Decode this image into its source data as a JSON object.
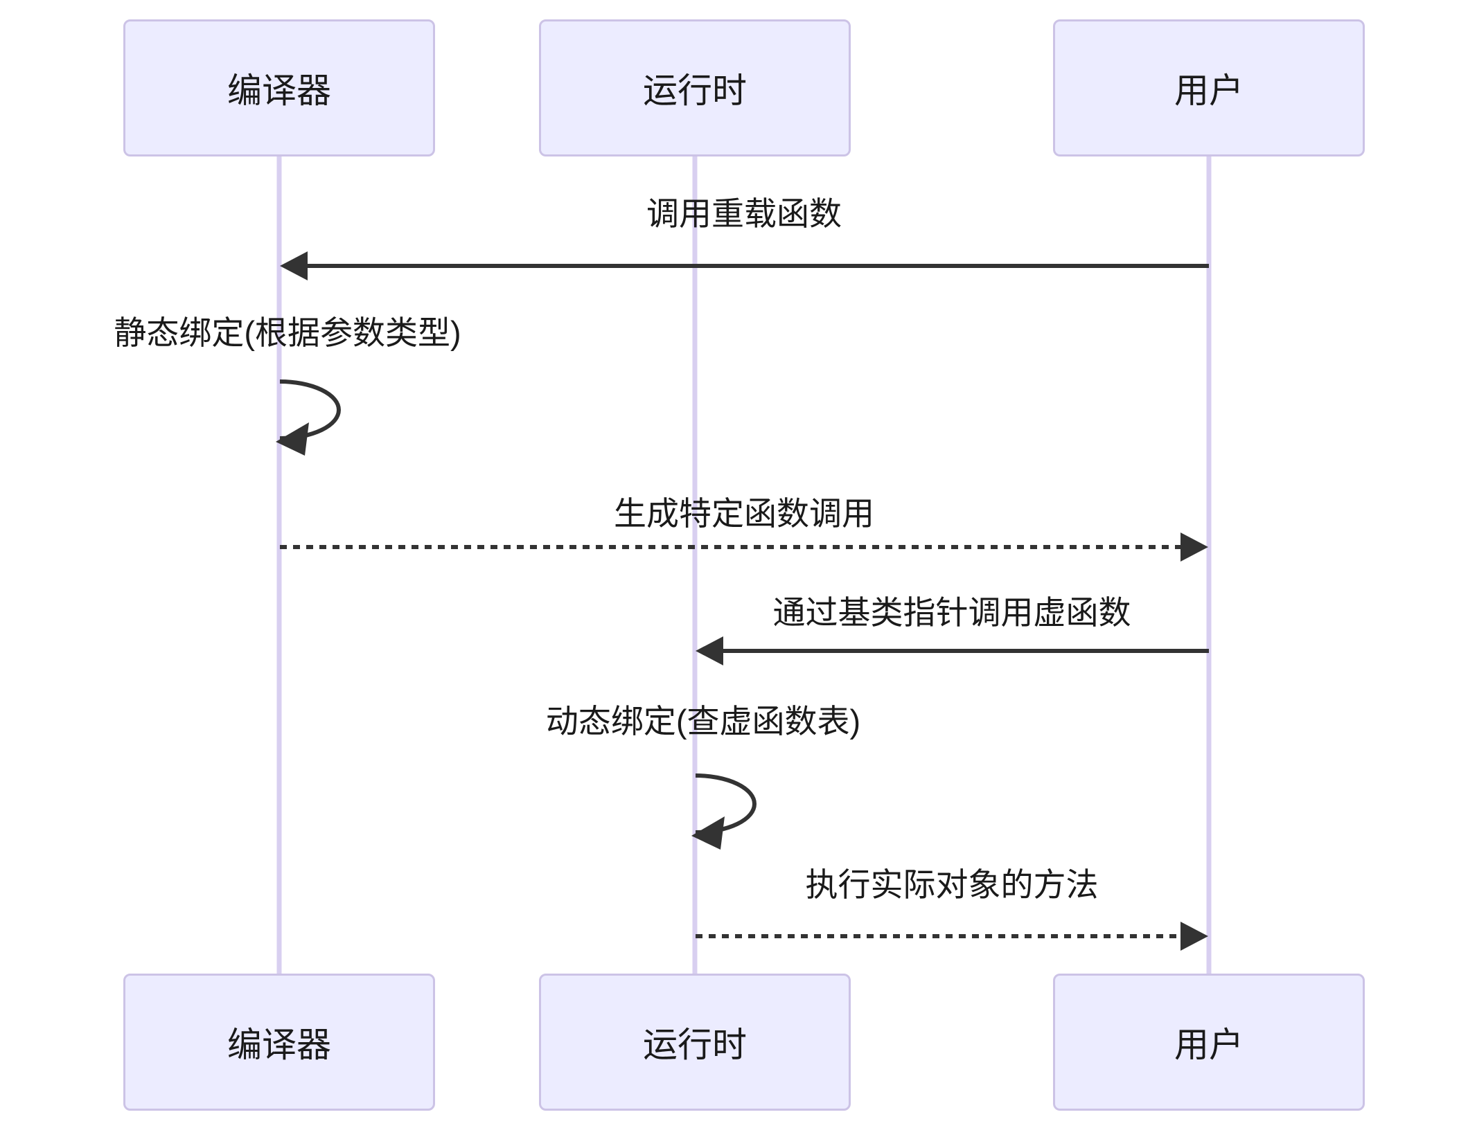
{
  "diagram": {
    "type": "sequence",
    "actors": [
      {
        "id": "compiler",
        "label": "编译器"
      },
      {
        "id": "runtime",
        "label": "运行时"
      },
      {
        "id": "user",
        "label": "用户"
      }
    ],
    "messages": [
      {
        "from": "user",
        "to": "compiler",
        "style": "solid",
        "label": "调用重载函数"
      },
      {
        "from": "compiler",
        "to": "compiler",
        "style": "self",
        "label": "静态绑定(根据参数类型)"
      },
      {
        "from": "compiler",
        "to": "user",
        "style": "dashed",
        "label": "生成特定函数调用"
      },
      {
        "from": "user",
        "to": "runtime",
        "style": "solid",
        "label": "通过基类指针调用虚函数"
      },
      {
        "from": "runtime",
        "to": "runtime",
        "style": "self",
        "label": "动态绑定(查虚函数表)"
      },
      {
        "from": "runtime",
        "to": "user",
        "style": "dashed",
        "label": "执行实际对象的方法"
      }
    ],
    "colors": {
      "background": "#FFFFFF",
      "actor_fill": "#ECECFF",
      "actor_border": "#CCC3E6",
      "lifeline": "#D8CFF0",
      "signal": "#333333",
      "text": "#1A1A1A"
    }
  }
}
